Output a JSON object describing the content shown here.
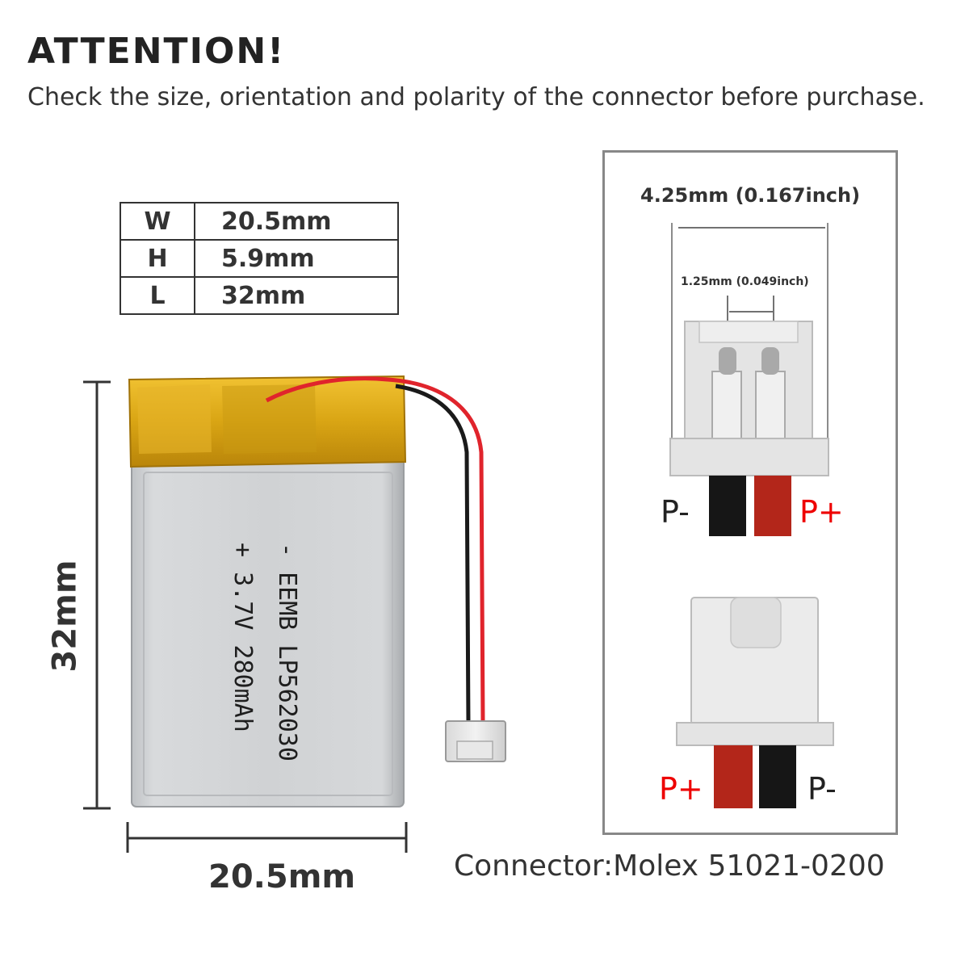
{
  "header": {
    "title": "ATTENTION!",
    "subtitle": "Check the size, orientation and polarity of the connector before purchase."
  },
  "dimensions_table": [
    {
      "key": "W",
      "value": "20.5mm"
    },
    {
      "key": "H",
      "value": "5.9mm"
    },
    {
      "key": "L",
      "value": "32mm"
    }
  ],
  "battery": {
    "height_label": "32mm",
    "width_label": "20.5mm",
    "print_line1": "- EEMB LP562030",
    "print_line2": "+ 3.7V 280mAh"
  },
  "connector": {
    "pitch_outer": "4.25mm (0.167inch)",
    "pitch_inner": "1.25mm (0.049inch)",
    "top_left_polarity": "P-",
    "top_right_polarity": "P+",
    "bottom_left_polarity": "P+",
    "bottom_right_polarity": "P-",
    "caption": "Connector:Molex 51021-0200"
  },
  "colors": {
    "positive": "#e00000",
    "negative": "#222222",
    "kapton": "#d9a514",
    "cell": "#cfd1d3"
  }
}
